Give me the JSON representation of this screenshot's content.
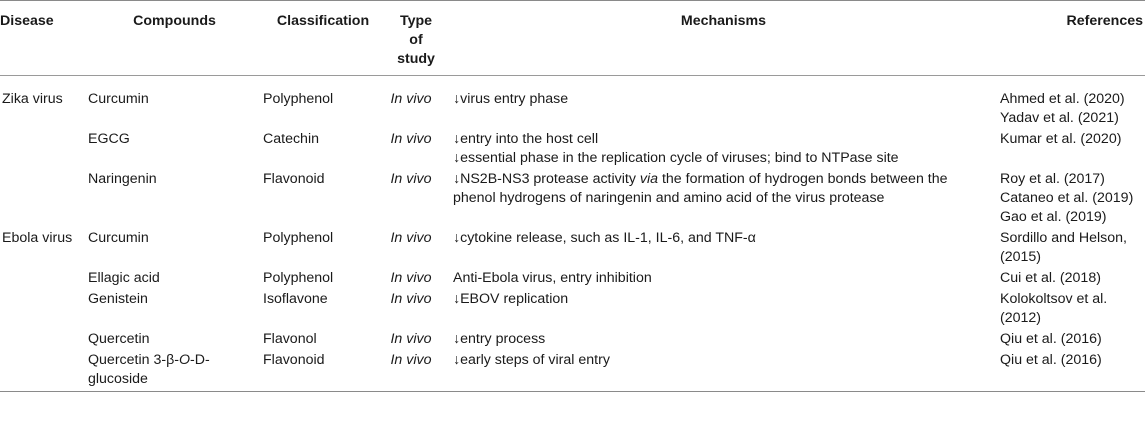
{
  "headers": {
    "disease": "Disease",
    "compounds": "Compounds",
    "classification": "Classification",
    "type_of_study": [
      "Type",
      "of",
      "study"
    ],
    "mechanisms": "Mechanisms",
    "references": "References"
  },
  "rows": [
    {
      "disease": "Zika virus",
      "compound": "Curcumin",
      "classification": "Polyphenol",
      "type": "In vivo",
      "mechanism": [
        "↓virus entry phase"
      ],
      "references": [
        "Ahmed et al. (2020)",
        "Yadav et al. (2021)"
      ]
    },
    {
      "disease": "",
      "compound": "EGCG",
      "classification": "Catechin",
      "type": "In vivo",
      "mechanism": [
        "↓entry into the host cell",
        "↓essential phase in the replication cycle of viruses; bind to NTPase site"
      ],
      "references": [
        "Kumar et al. (2020)"
      ]
    },
    {
      "disease": "",
      "compound": "Naringenin",
      "classification": "Flavonoid",
      "type": "In vivo",
      "mechanism_pre": "↓NS2B-NS3 protease activity ",
      "mechanism_italic": "via",
      "mechanism_post": " the formation of hydrogen bonds between the phenol hydrogens of naringenin and amino acid of the virus protease",
      "references": [
        "Roy et al. (2017)",
        "Cataneo et al. (2019)",
        "Gao et al. (2019)"
      ]
    },
    {
      "disease": "Ebola virus",
      "compound": "Curcumin",
      "classification": "Polyphenol",
      "type": "In vivo",
      "mechanism": [
        "↓cytokine release, such as IL-1, IL-6, and TNF-α"
      ],
      "references": [
        "Sordillo and Helson, (2015)"
      ]
    },
    {
      "disease": "",
      "compound": "Ellagic acid",
      "classification": "Polyphenol",
      "type": "In vivo",
      "mechanism": [
        "Anti-Ebola virus, entry inhibition"
      ],
      "references": [
        "Cui et al. (2018)"
      ]
    },
    {
      "disease": "",
      "compound": "Genistein",
      "classification": "Isoflavone",
      "type": "In vivo",
      "mechanism": [
        "↓EBOV replication"
      ],
      "references": [
        "Kolokoltsov et al. (2012)"
      ]
    },
    {
      "disease": "",
      "compound": "Quercetin",
      "classification": "Flavonol",
      "type": "In vivo",
      "mechanism": [
        "↓entry process"
      ],
      "references": [
        "Qiu et al. (2016)"
      ]
    },
    {
      "disease": "",
      "compound_pre": "Quercetin 3-β-",
      "compound_italic": "O",
      "compound_post": "-D-glucoside",
      "classification": "Flavonoid",
      "type": "In vivo",
      "mechanism": [
        "↓early steps of viral entry"
      ],
      "references": [
        "Qiu et al. (2016)"
      ]
    }
  ]
}
